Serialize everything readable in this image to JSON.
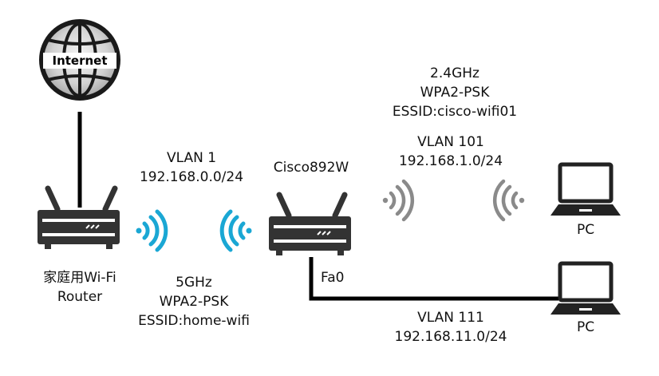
{
  "internet": {
    "label": "Internet"
  },
  "home_router": {
    "label_line1": "家庭用Wi-Fi",
    "label_line2": "Router"
  },
  "cisco_router": {
    "label": "Cisco892W",
    "port_label": "Fa0"
  },
  "vlan1": {
    "name": "VLAN 1",
    "subnet": "192.168.0.0/24"
  },
  "wifi_5ghz": {
    "band": "5GHz",
    "security": "WPA2-PSK",
    "essid": "ESSID:home-wifi"
  },
  "wifi_24ghz": {
    "band": "2.4GHz",
    "security": "WPA2-PSK",
    "essid": "ESSID:cisco-wifi01"
  },
  "vlan101": {
    "name": "VLAN 101",
    "subnet": "192.168.1.0/24"
  },
  "vlan111": {
    "name": "VLAN 111",
    "subnet": "192.168.11.0/24"
  },
  "pc_wireless": {
    "label": "PC"
  },
  "pc_wired": {
    "label": "PC"
  },
  "colors": {
    "wifi_cyan": "#1aa7d4",
    "wifi_gray": "#8a8a8a",
    "device_dark": "#333333",
    "link_black": "#000000"
  }
}
